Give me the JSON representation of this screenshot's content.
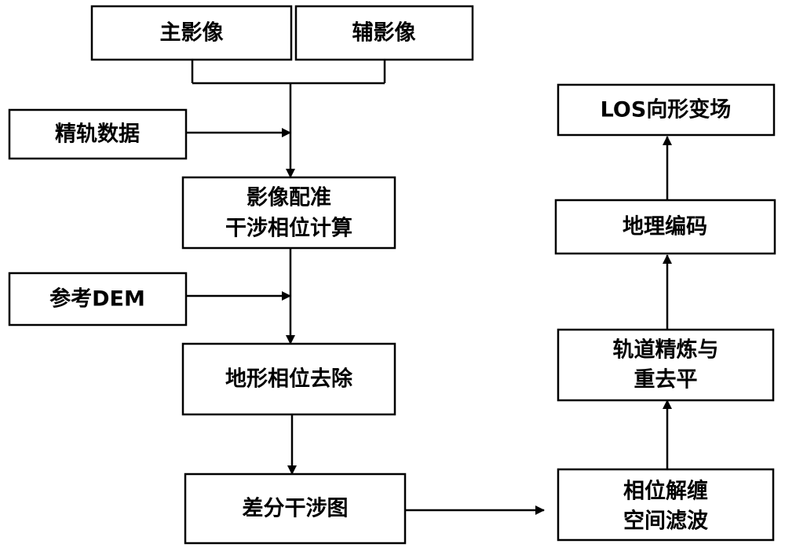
{
  "nodes": {
    "master_image": "主影像",
    "slave_image": "辅影像",
    "precise_orbit": "精轨数据",
    "registration_line1": "影像配准",
    "registration_line2": "干涉相位计算",
    "reference_dem": "参考DEM",
    "topo_removal": "地形相位去除",
    "diff_interferogram": "差分干涉图",
    "unwrap_line1": "相位解缠",
    "unwrap_line2": "空间滤波",
    "orbit_refine_line1": "轨道精炼与",
    "orbit_refine_line2": "重去平",
    "geocoding": "地理编码",
    "los_deformation": "LOS向形变场"
  },
  "colors": {
    "stroke": "#000000",
    "fill": "#ffffff",
    "text": "#000000"
  }
}
